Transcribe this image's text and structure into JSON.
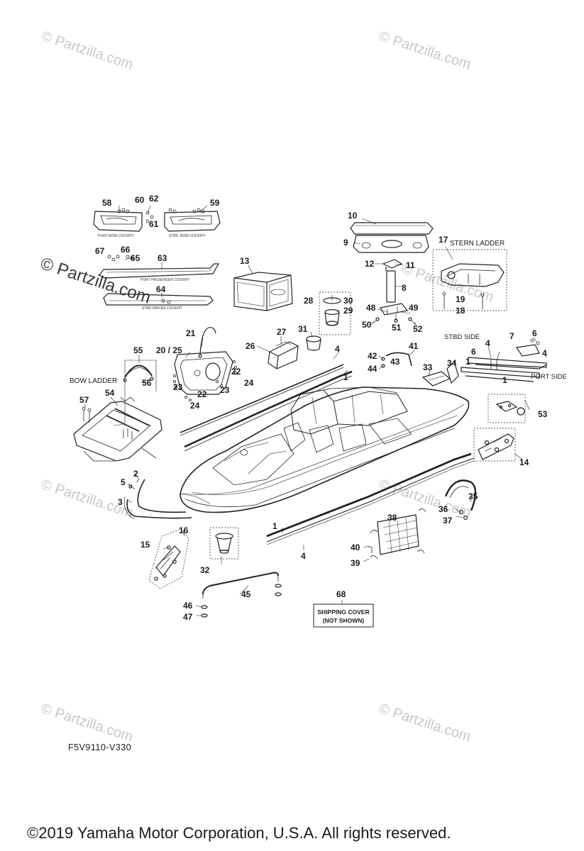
{
  "watermark": {
    "text": "© Partzilla.com"
  },
  "labels": {
    "port_bow_cockpit": "PORT BOW COCKPIT",
    "stbd_bow_cockpit": "STBD. BOW COCKPIT",
    "port_passenger_cockpit": "PORT PASSENGER COCKPIT",
    "stbd_driver_cockpit": "STBD DRIVER COCKPIT",
    "stern_ladder": "STERN LADDER",
    "stbd_side": "STBD SIDE",
    "port_side": "PORT SIDE",
    "bow_ladder": "BOW LADDER",
    "shipping_cover_line1": "SHIPPING COVER",
    "shipping_cover_line2": "(NOT SHOWN)"
  },
  "callouts": {
    "c1a": "1",
    "c1b": "1",
    "c1c": "1",
    "c2": "2",
    "c3": "3",
    "c4a": "4",
    "c4b": "4",
    "c4c": "4",
    "c4d": "4",
    "c5": "5",
    "c6a": "6",
    "c6b": "6",
    "c7": "7",
    "c8": "8",
    "c9": "9",
    "c10": "10",
    "c11": "11",
    "c12": "12",
    "c13": "13",
    "c14": "14",
    "c15": "15",
    "c16": "16",
    "c17": "17",
    "c18": "18",
    "c19": "19",
    "c2025": "20 / 25",
    "c21": "21",
    "c22a": "22",
    "c22b": "22",
    "c23a": "23",
    "c23b": "23",
    "c24a": "24",
    "c24b": "24",
    "c26": "26",
    "c27": "27",
    "c28": "28",
    "c29": "29",
    "c30": "30",
    "c31": "31",
    "c32": "32",
    "c33": "33",
    "c34": "34",
    "c35": "35",
    "c36": "36",
    "c37": "37",
    "c38": "38",
    "c39": "39",
    "c40": "40",
    "c41": "41",
    "c42": "42",
    "c43": "43",
    "c44": "44",
    "c45": "45",
    "c46": "46",
    "c47": "47",
    "c48": "48",
    "c49": "49",
    "c50": "50",
    "c51": "51",
    "c52": "52",
    "c53": "53",
    "c54": "54",
    "c55": "55",
    "c56": "56",
    "c57": "57",
    "c58": "58",
    "c59": "59",
    "c60": "60",
    "c61": "61",
    "c62": "62",
    "c63": "63",
    "c64": "64",
    "c65": "65",
    "c66": "66",
    "c67": "67",
    "c68": "68"
  },
  "diagram_code": "F5V9110-V330",
  "copyright": "©2019  Yamaha Motor Corporation, U.S.A. All rights reserved."
}
